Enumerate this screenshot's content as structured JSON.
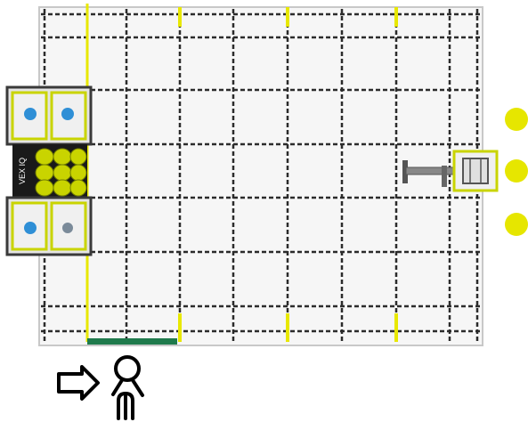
{
  "field": {
    "grid_columns": 8,
    "grid_rows": 6,
    "colors": {
      "floor": "#f6f6f6",
      "field_edge": "#c8c8c8",
      "grid_line": "#2b2b2b",
      "accent_yellow": "#e8e800",
      "starting_zone_green": "#1f7a4c",
      "tower_frame": "#3a3a3a",
      "tower_yellow": "#c9d400",
      "tower_blue": "#2f8fd6",
      "ball_yellow": "#e6e600",
      "robot_gray": "#555555"
    }
  },
  "towers": {
    "logo_text": "VEX IQ",
    "pegs": [
      "blue-peg",
      "blue-peg",
      "blue-peg",
      "gray-peg"
    ]
  },
  "balls": {
    "count": 3
  },
  "player": {
    "arrow_icon": "right-arrow-icon",
    "figure_icon": "stick-figure-icon"
  }
}
